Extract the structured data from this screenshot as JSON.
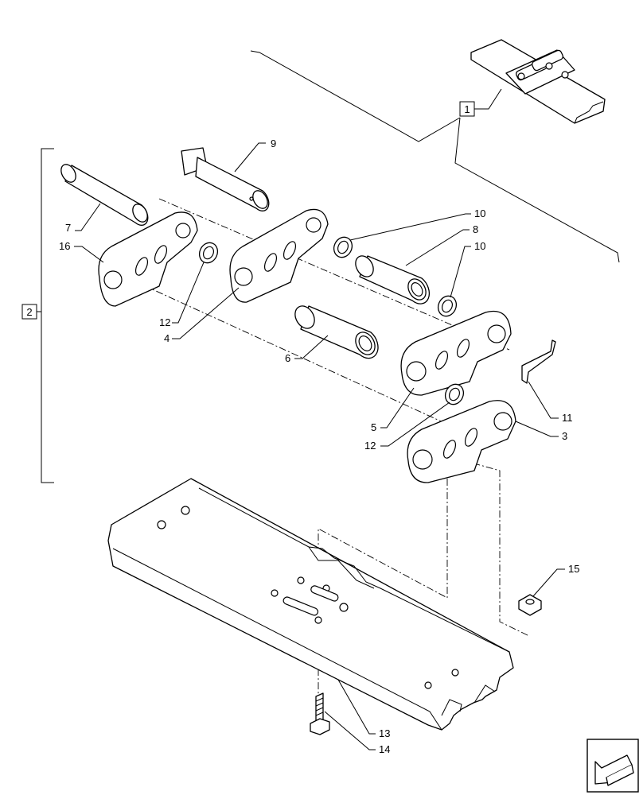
{
  "callouts": {
    "c1": "1",
    "c2": "2",
    "c3": "3",
    "c4": "4",
    "c5": "5",
    "c6": "6",
    "c7": "7",
    "c8": "8",
    "c9": "9",
    "c10a": "10",
    "c10b": "10",
    "c11": "11",
    "c12a": "12",
    "c12b": "12",
    "c13": "13",
    "c14": "14",
    "c15": "15",
    "c16": "16"
  },
  "icons": {
    "nav": "arrow-back-icon"
  }
}
